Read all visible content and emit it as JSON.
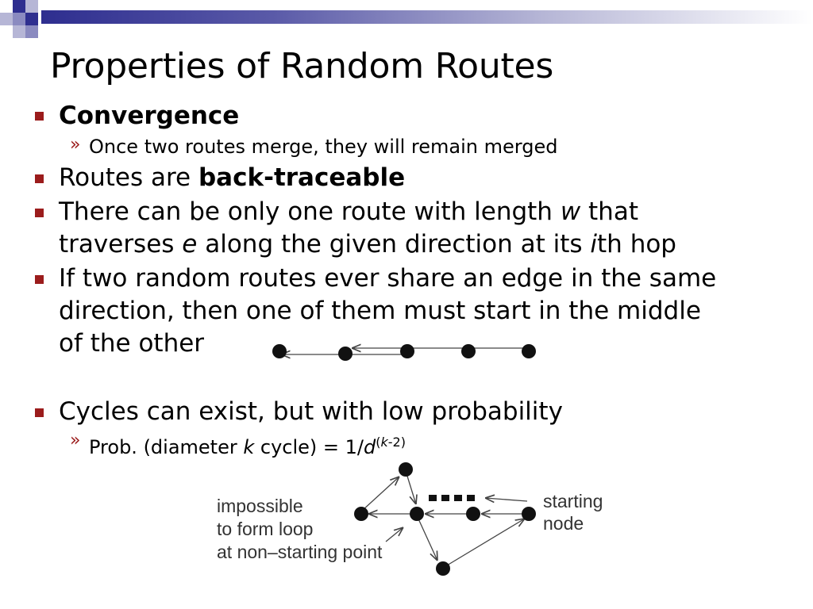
{
  "slide": {
    "title": "Properties of Random Routes",
    "items": [
      {
        "bold": "Convergence",
        "sub": "Once two routes merge, they will remain merged"
      },
      {
        "pre": "Routes are ",
        "bold": "back-traceable"
      },
      {
        "line1_a": "There can be only one route with length ",
        "line1_var": "w",
        "line1_b": " that",
        "line2_a": "traverses ",
        "line2_var": "e",
        "line2_b": " along the given direction at its ",
        "line2_var2": "i",
        "line2_c": "th hop"
      },
      {
        "line1": "If two random routes ever share an edge in the same",
        "line2": "direction, then one of them must start in the middle",
        "line3": "of the other"
      },
      {
        "text": "Cycles can exist, but with low probability",
        "sub_a": "Prob. (diameter ",
        "sub_var": "k",
        "sub_b": " cycle) = 1/",
        "sub_var2": "d",
        "sup_a": "(",
        "sup_var": "k",
        "sup_b": "-2)"
      }
    ]
  },
  "diagram": {
    "label_impossible_1": "impossible",
    "label_impossible_2": "to form loop",
    "label_impossible_3": "at non–starting point",
    "label_start_1": "starting",
    "label_start_2": "node"
  }
}
